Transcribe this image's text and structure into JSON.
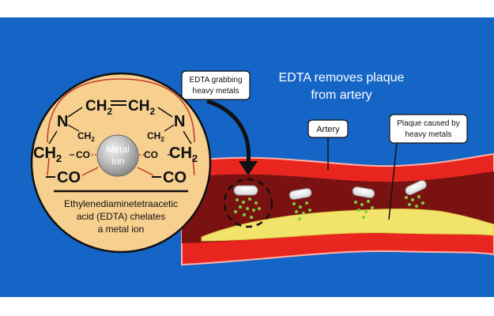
{
  "title": "EDTA removes plaque from artery",
  "title_lines": [
    "EDTA removes plaque",
    "from artery"
  ],
  "callout_grab": [
    "EDTA grabbing",
    "heavy metals"
  ],
  "callout_artery": "Artery",
  "callout_plaque": [
    "Plaque caused by",
    "heavy metals"
  ],
  "molecule": {
    "ch2_left": "CH",
    "ch2_right": "CH",
    "sub2": "2",
    "double_bond": "=",
    "n_left": "N",
    "n_right": "N",
    "ch2_small": "CH",
    "co_small": "CO",
    "ch2_big": "CH",
    "co_big": "CO",
    "metal_line1": "Metal",
    "metal_line2": "Ion"
  },
  "caption_lines": [
    "Ethylenediaminetetraacetic",
    "acid (EDTA) chelates",
    "a metal ion"
  ],
  "colors": {
    "background": "#1565c6",
    "artery_wall": "#e8261f",
    "artery_lumen": "#7a1212",
    "plaque": "#f2e36b",
    "circle_fill": "#f7cf8f",
    "metal_ion": "#b8b8b8",
    "particle": "#7ccf3a"
  }
}
